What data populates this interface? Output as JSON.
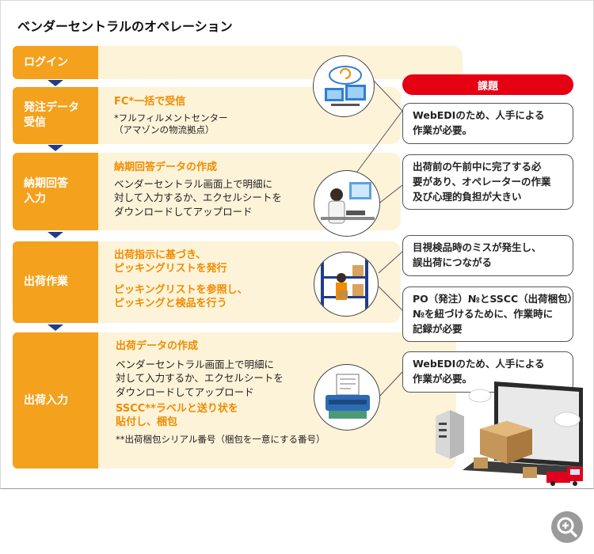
{
  "title": "ベンダーセントラルのオペレーション",
  "steps": [
    {
      "label": "ログイン"
    },
    {
      "label_line1": "発注データ",
      "label_line2": "受信"
    },
    {
      "label_line1": "納期回答",
      "label_line2": "入力"
    },
    {
      "label": "出荷作業"
    },
    {
      "label": "出荷入力"
    }
  ],
  "content": {
    "receive": {
      "heading": "FC*一括で受信",
      "note1": "*フルフィルメントセンター",
      "note2": "（アマゾンの物流拠点）"
    },
    "delivery": {
      "heading": "納期回答データの作成",
      "line1": "ベンダーセントラル画面上で明細に",
      "line2": "対して入力するか、エクセルシートを",
      "line3": "ダウンロードしてアップロード"
    },
    "shipping_work": {
      "h1_line1": "出荷指示に基づき、",
      "h1_line2": "ピッキングリストを発行",
      "h2_line1": "ピッキングリストを参照し、",
      "h2_line2": "ピッキングと検品を行う"
    },
    "shipping_input": {
      "heading": "出荷データの作成",
      "line1": "ベンダーセントラル画面上で明細に",
      "line2": "対して入力するか、エクセルシートを",
      "line3": "ダウンロードしてアップロード",
      "h2_line1": "SSCC**ラベルと送り状を",
      "h2_line2": "貼付し、梱包",
      "note": "**出荷梱包シリアル番号（梱包を一意にする番号）"
    }
  },
  "issues": {
    "header": "課題",
    "items": [
      {
        "line1": "WebEDIのため、人手による",
        "line2": "作業が必要。"
      },
      {
        "line1": "出荷前の午前中に完了する必",
        "line2": "要があり、オペレーターの作業",
        "line3": "及び心理的負担が大きい"
      },
      {
        "line1": "目視検品時のミスが発生し、",
        "line2": "誤出荷につながる"
      },
      {
        "line1": "PO（発注）№とSSCC（出荷梱包）",
        "line2": "№を紐づけるために、作業時に",
        "line3": "記録が必要"
      },
      {
        "line1": "WebEDIのため、人手による",
        "line2": "作業が必要。"
      }
    ]
  },
  "colors": {
    "step_orange": "#f4a11d",
    "row_bg": "#fdf3d9",
    "heading_orange": "#f08c00",
    "issue_red": "#e50012",
    "arrow_navy": "#1f3d8a"
  },
  "icons": [
    "cloud-sync-icon",
    "operator-pc-icon",
    "warehouse-picking-icon",
    "label-printer-icon",
    "logistics-laptop-illustration",
    "zoom-in-icon"
  ]
}
